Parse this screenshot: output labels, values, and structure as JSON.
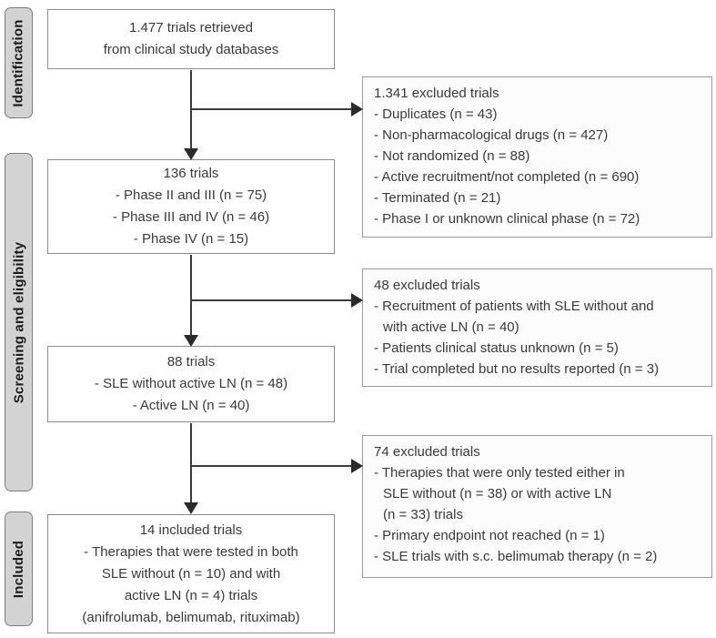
{
  "colors": {
    "background": "#ffffff",
    "box_border": "#8c8c8c",
    "box_fill": "#ffffff",
    "exclusion_box_fill": "#fcfcfc",
    "stage_label_fill": "#d3d3d3",
    "stage_label_border": "#7d7d7d",
    "text": "#3a3a3a",
    "arrow": "#2b2b2b"
  },
  "stages": {
    "identification": "Identification",
    "screening": "Screening and eligibility",
    "included": "Included"
  },
  "flow": {
    "box1": {
      "line1": "1.477 trials retrieved",
      "line2": "from clinical study databases"
    },
    "box2": {
      "title": "136 trials",
      "item1": "- Phase II and III (n = 75)",
      "item2": "- Phase III and IV (n = 46)",
      "item3": "- Phase IV (n = 15)"
    },
    "box3": {
      "title": "88 trials",
      "item1": "- SLE without active LN (n = 48)",
      "item2": "- Active LN (n = 40)"
    },
    "box4": {
      "title": "14 included trials",
      "line1": "- Therapies that were tested in both",
      "line2": "SLE without (n = 10) and with",
      "line3": "active LN (n = 4) trials",
      "line4": "(anifrolumab, belimumab, rituximab)"
    }
  },
  "exclusions": {
    "box1": {
      "title": "1.341 excluded trials",
      "item1": "- Duplicates (n = 43)",
      "item2": "- Non-pharmacological drugs (n = 427)",
      "item3": "- Not randomized (n = 88)",
      "item4": "- Active recruitment/not completed (n = 690)",
      "item5": "- Terminated (n = 21)",
      "item6": "- Phase I or unknown clinical phase (n = 72)"
    },
    "box2": {
      "title": "48 excluded trials",
      "item1line1": "- Recruitment of patients with SLE without and",
      "item1line2": "with active LN (n = 40)",
      "item2": "- Patients clinical status unknown (n = 5)",
      "item3": "- Trial completed but no results reported (n = 3)"
    },
    "box3": {
      "title": "74 excluded trials",
      "item1line1": "- Therapies that were only tested either in",
      "item1line2": "SLE without (n = 38) or with active LN",
      "item1line3": "(n = 33) trials",
      "item2": "- Primary endpoint not reached (n = 1)",
      "item3": "- SLE trials with s.c. belimumab therapy (n = 2)"
    }
  }
}
